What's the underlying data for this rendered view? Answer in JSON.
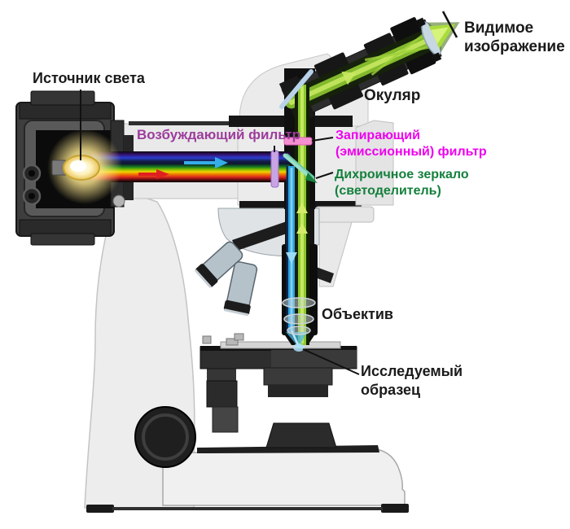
{
  "diagram": {
    "type": "fluorescence-microscope-ray-diagram",
    "labels": {
      "light_source": "Источник света",
      "visible_image": {
        "line1": "Видимое",
        "line2": "изображение"
      },
      "eyepiece": "Окуляр",
      "excitation_filter": "Возбуждающий фильтр",
      "emission_filter": {
        "line1": "Запирающий",
        "line2": "(эмиссионный) фильтр"
      },
      "dichroic_mirror": {
        "line1": "Дихроичное зеркало",
        "line2": "(светоделитель)"
      },
      "objective": "Объектив",
      "specimen": {
        "line1": "Исследуемый",
        "line2": "образец"
      }
    },
    "colors": {
      "label_default": "#1a1a1a",
      "excitation_filter_label": "#9C3C9C",
      "emission_filter_label": "#EE00EE",
      "dichroic_mirror_label": "#15803D",
      "excitation_filter_bar": "#C9A4E4",
      "emission_filter_bar": "#F48FD0",
      "dichroic_mirror_glass": "#9AE0C8",
      "prism_mirror_glass": "#B8D2EA",
      "emission_beam_green": "#8CC72E",
      "excitation_beam_blue": "#2E9FE0",
      "lamp_glow": "#FFF3B8"
    }
  }
}
